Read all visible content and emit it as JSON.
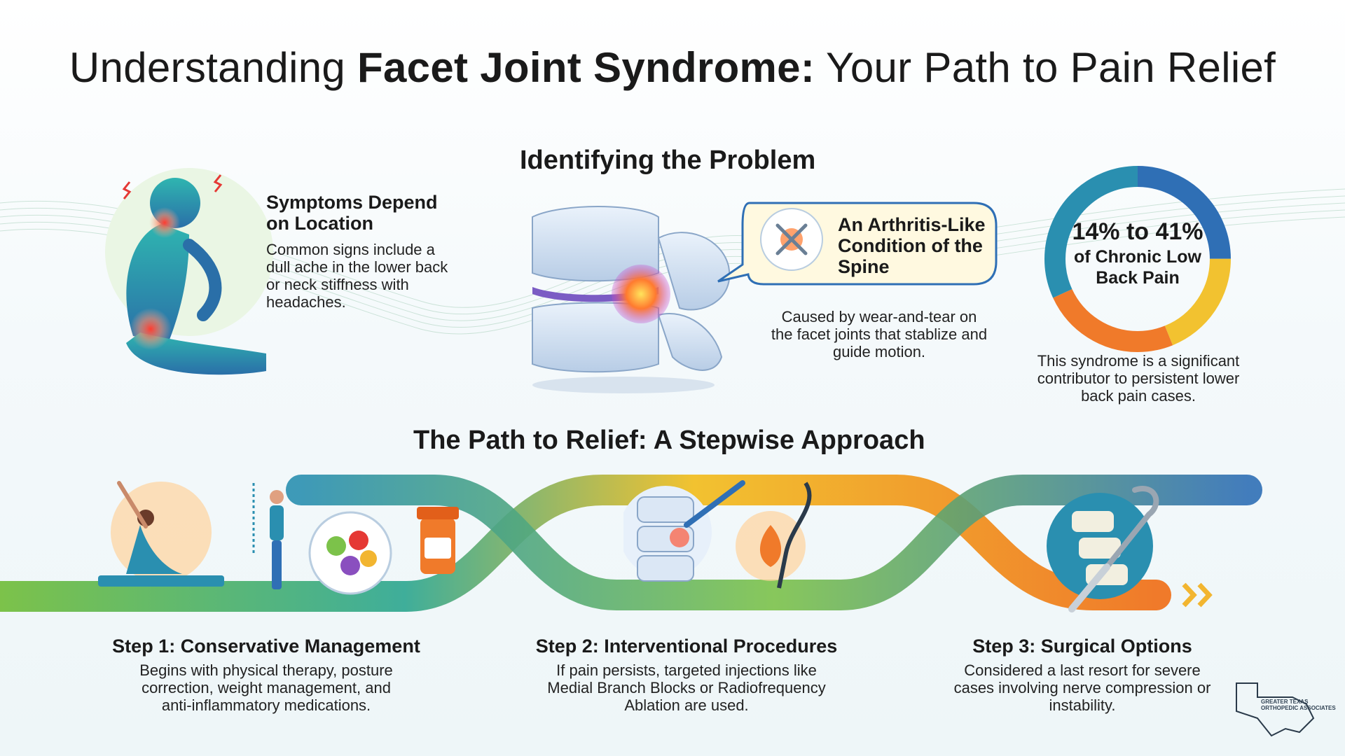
{
  "title": {
    "prefix": "Understanding ",
    "bold": "Facet Joint Syndrome:",
    "suffix": " Your Path to Pain Relief"
  },
  "identify": {
    "heading": "Identifying the Problem",
    "symptoms_title": "Symptoms Depend on Location",
    "symptoms_body": "Common signs include a dull ache in the lower back or neck stiffness with headaches.",
    "arthritis_title": "An Arthritis-Like Condition of the Spine",
    "arthritis_body": "Caused by wear-and-tear on the facet joints that stablize and guide motion.",
    "stat_range": "14% to 41%",
    "stat_label": "of Chronic Low Back Pain",
    "stat_body": "This syndrome is a significant contributor to persistent lower back pain cases."
  },
  "relief": {
    "heading": "The Path to Relief: A Stepwise Approach",
    "steps": [
      {
        "title": "Step 1: Conservative Management",
        "body": "Begins with physical therapy, posture correction, weight management, and anti-inflammatory medications."
      },
      {
        "title": "Step 2: Interventional Procedures",
        "body": "If pain persists, targeted injections like Medial Branch Blocks or Radiofrequency Ablation are used."
      },
      {
        "title": "Step 3: Surgical Options",
        "body": "Considered a last resort for severe cases involving nerve compression or instability."
      }
    ]
  },
  "logo": {
    "line1": "GREATER TEXAS",
    "line2": "ORTHOPEDIC ASSOCIATES"
  },
  "colors": {
    "teal": "#2a8fb0",
    "green": "#7cc24a",
    "yellow": "#f2c230",
    "orange": "#f07a2a",
    "blue": "#2f6fb5"
  }
}
